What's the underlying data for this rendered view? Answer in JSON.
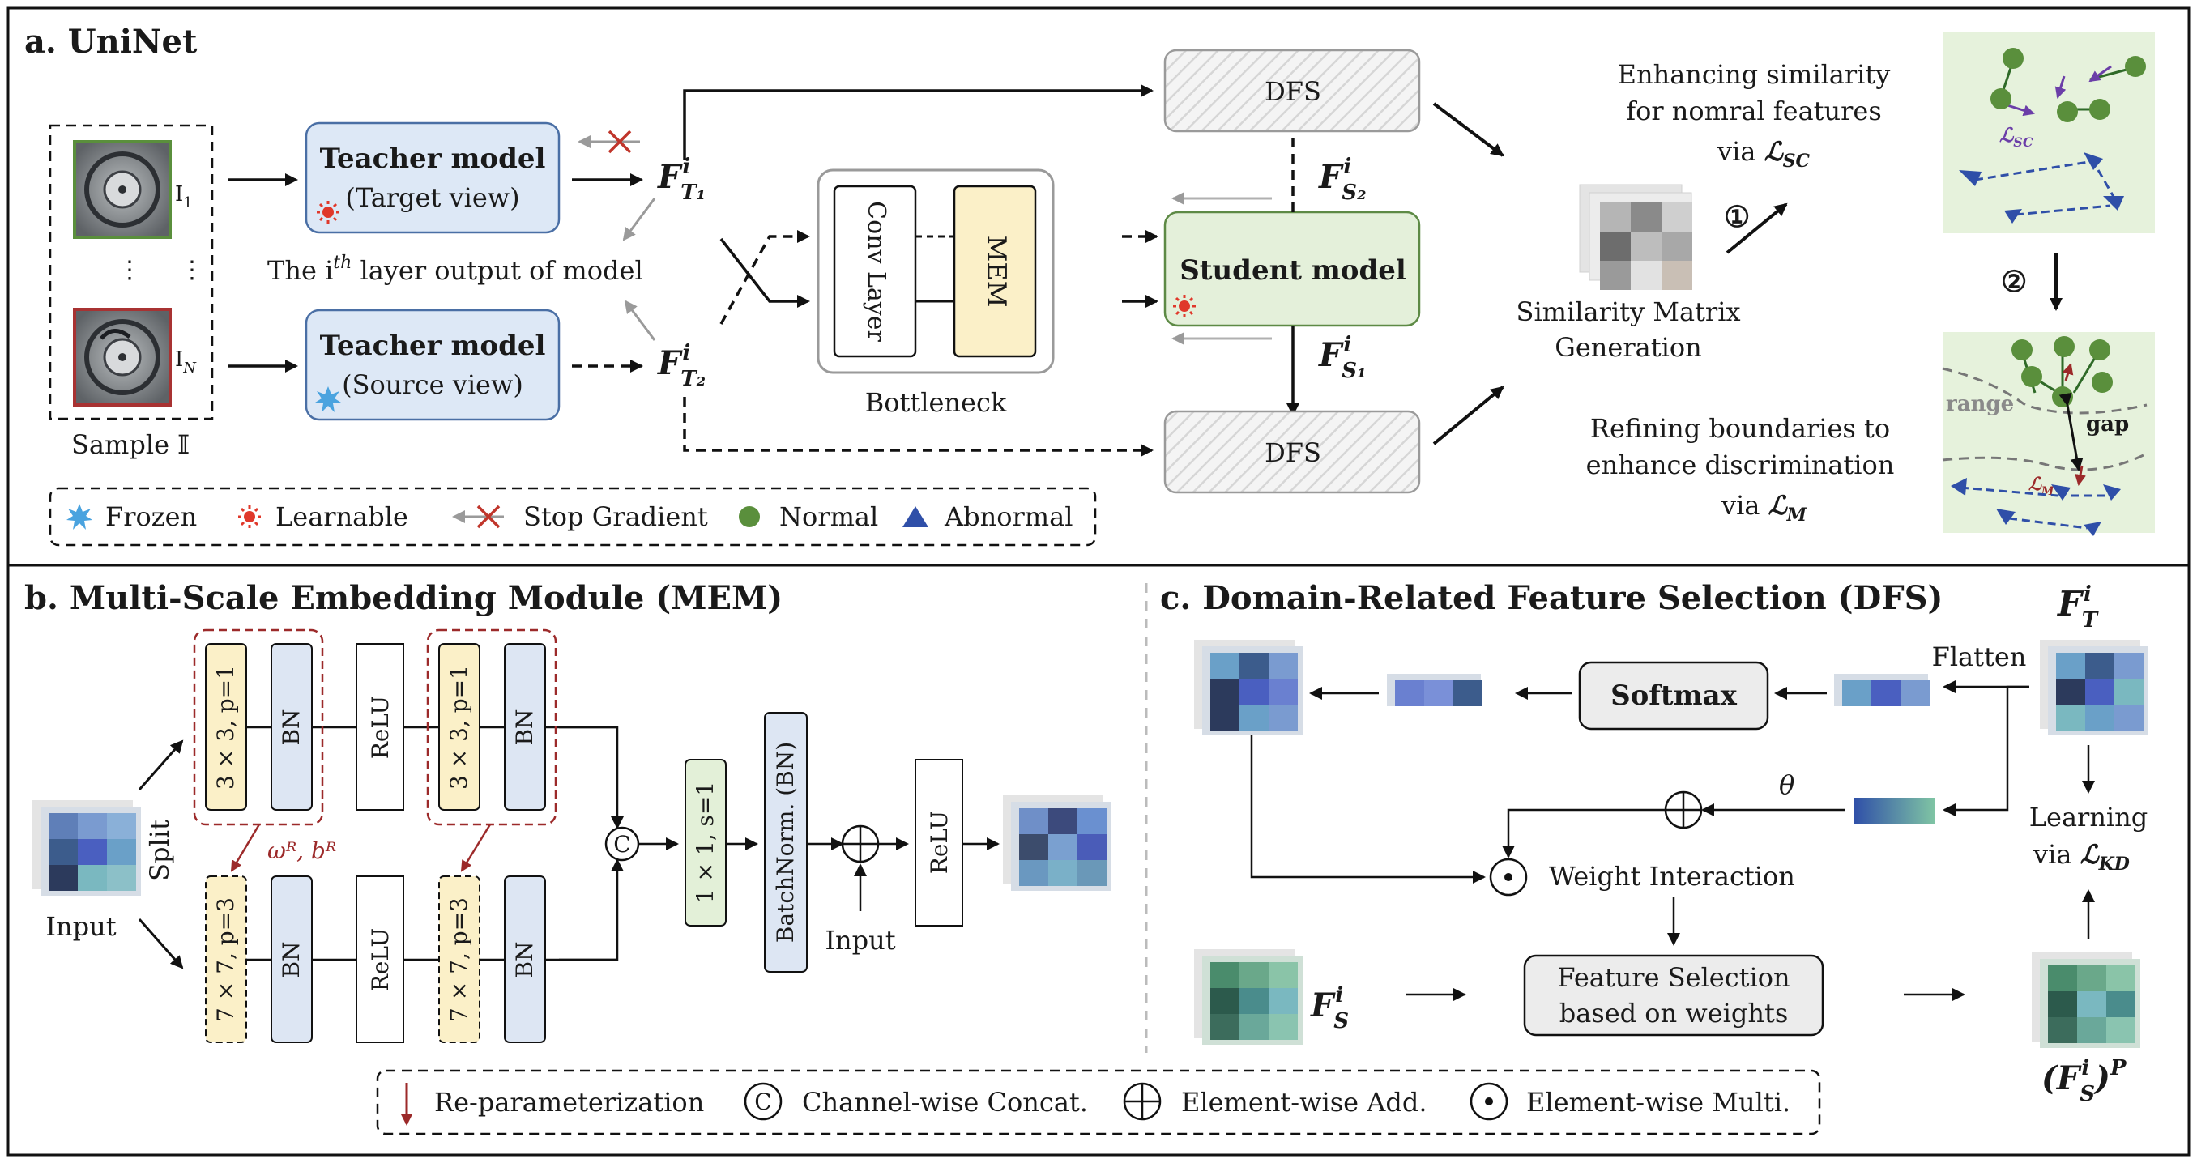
{
  "panels": {
    "a_title": "a. UniNet",
    "b_title": "b. Multi-Scale Embedding Module (MEM)",
    "c_title": "c. Domain-Related Feature Selection (DFS)"
  },
  "panel_a": {
    "sample_label": "Sample 𝕀",
    "sample_first": "I",
    "sample_first_sub": "1",
    "sample_last": "I",
    "sample_last_sub": "N",
    "teacher_model": "Teacher model",
    "target_view": "(Target  view)",
    "source_view": "(Source  view)",
    "layer_output": "The i",
    "layer_output_sup": "th",
    "layer_output_rest": " layer output of model",
    "ft1": "F",
    "ft1_sup": "i",
    "ft1_sub": "T₁",
    "ft2_sub": "T₂",
    "conv_layer": "Conv Layer",
    "mem": "MEM",
    "bottleneck": "Bottleneck",
    "dfs_top": "DFS",
    "dfs_bottom": "DFS",
    "student_model": "Student model",
    "fs2_sub": "S₂",
    "fs1_sub": "S₁",
    "similarity_1": "Similarity Matrix",
    "similarity_2": "Generation",
    "step1": "①",
    "step2": "②",
    "enhance_1": "Enhancing similarity",
    "enhance_2": "for nomral features",
    "enhance_3": "via ",
    "loss_sc": "ℒSC",
    "loss_sc_label": "ℒ",
    "loss_sc_sub": "SC",
    "refine_1": "Refining boundaries to",
    "refine_2": "enhance discrimination",
    "refine_3": "via ",
    "loss_m_label": "ℒ",
    "loss_m_sub": "M",
    "range": "range",
    "gap": "gap"
  },
  "legend_a": {
    "frozen": "Frozen",
    "learnable": "Learnable",
    "stop_gradient": "Stop Gradient",
    "normal": "Normal",
    "abnormal": "Abnormal"
  },
  "panel_b": {
    "input": "Input",
    "split": "Split",
    "conv3": "3 × 3, p=1",
    "conv7": "7 × 7, p=3",
    "bn": "BN",
    "relu": "ReLU",
    "reparam": "ωᴿ, bᴿ",
    "concat": "C",
    "conv1": "1 × 1, s=1",
    "batchnorm": "BatchNorm. (BN)",
    "input2": "Input"
  },
  "panel_c": {
    "ft_label": "F",
    "ft_sup": "i",
    "ft_sub": "T",
    "flatten": "Flatten",
    "softmax": "Softmax",
    "theta": "θ",
    "weight_interaction": "Weight Interaction",
    "feature_sel_1": "Feature Selection",
    "feature_sel_2": "based on weights",
    "learning_1": "Learning",
    "learning_2": "via ",
    "loss_kd_label": "ℒ",
    "loss_kd_sub": "KD",
    "fs_label": "F",
    "fs_sup": "i",
    "fs_sub": "S",
    "fsp_open": "(F",
    "fsp_close": ")",
    "fsp_sup": "P"
  },
  "legend_bc": {
    "reparam": "Re-parameterization",
    "concat_sym": "C",
    "concat": "Channel-wise Concat.",
    "add": "Element-wise Add.",
    "multi": "Element-wise Multi."
  },
  "colors": {
    "teacher_fill": "#dde8f6",
    "teacher_stroke": "#4a6fa5",
    "student_fill": "#e4f0da",
    "student_stroke": "#5d8a45",
    "mem_fill": "#fbf0c8",
    "green_bn_fill": "#e3f0d8",
    "bn_fill": "#dde6f3",
    "normal": "#5a8f3c",
    "abnormal": "#2f4fa8",
    "red": "#9c2a2a",
    "purple": "#6b3ea8",
    "region_bg": "#e6f2dc"
  }
}
